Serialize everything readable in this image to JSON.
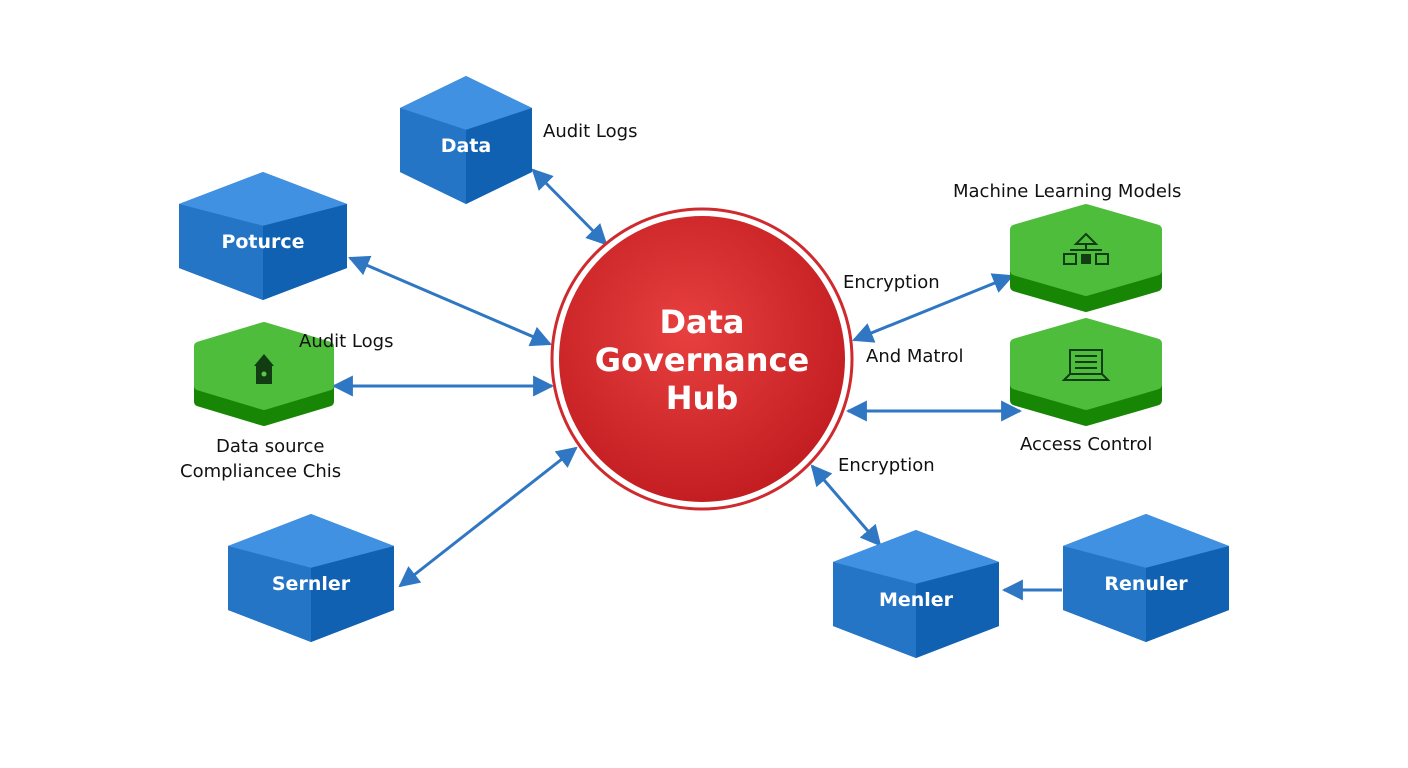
{
  "hub": {
    "lines": [
      "Data",
      "Governance",
      "Hub"
    ],
    "color": "#d6262a"
  },
  "colors": {
    "blue": "#2f7fd1",
    "green": "#3fae2c",
    "arrow": "#2f76c3"
  },
  "nodes": [
    {
      "id": "data",
      "label": "Data",
      "kind": "blue"
    },
    {
      "id": "poturce",
      "label": "Poturce",
      "kind": "blue"
    },
    {
      "id": "audit-lock",
      "label": "",
      "kind": "green",
      "icon": "lock-icon"
    },
    {
      "id": "sernler",
      "label": "Sernler",
      "kind": "blue"
    },
    {
      "id": "ml-models",
      "label": "",
      "kind": "green",
      "icon": "org-chart-icon"
    },
    {
      "id": "access",
      "label": "",
      "kind": "green",
      "icon": "document-icon"
    },
    {
      "id": "menler",
      "label": "Menler",
      "kind": "blue"
    },
    {
      "id": "renuler",
      "label": "Renuler",
      "kind": "blue"
    }
  ],
  "labels": {
    "audit_logs_top": "Audit Logs",
    "machine_learning_models": "Machine Learning Models",
    "encryption_top": "Encryption",
    "and_matrol": "And Matrol",
    "audit_logs_left": "Audit Logs",
    "access_control": "Access Control",
    "data_source": "Data source",
    "compliance": "Compliancеe  Chis",
    "encryption_bottom": "Encryption"
  }
}
